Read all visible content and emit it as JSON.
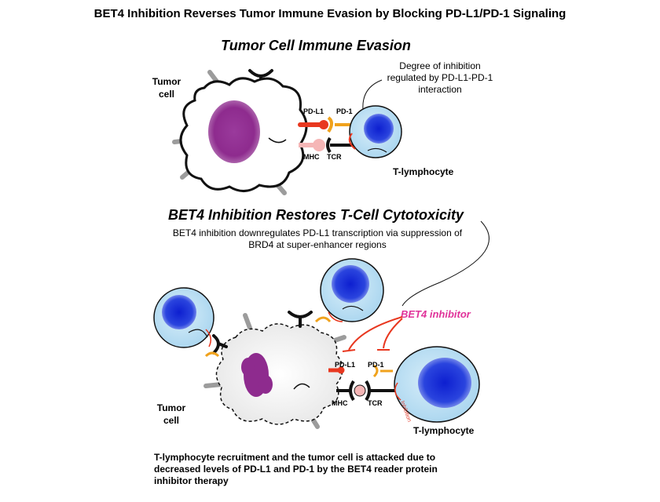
{
  "title": "BET4 Inhibition Reverses Tumor Immune Evasion by Blocking PD-L1/PD-1 Signaling",
  "top_panel": {
    "heading": "Tumor Cell Immune Evasion",
    "tumor_label": [
      "Tumor",
      "cell"
    ],
    "callout": [
      "Degree of inhibition",
      "regulated by PD-L1-PD-1",
      "interaction"
    ],
    "pdl1": "PD-L1",
    "pd1": "PD-1",
    "mhc": "MHC",
    "tcr": "TCR",
    "tcell_label": "T-lymphocyte"
  },
  "bottom_panel": {
    "heading": "BET4 Inhibition Restores T-Cell Cytotoxicity",
    "subtitle": [
      "BET4 inhibition downregulates PD-L1 transcription via suppression of",
      "BRD4 at super-enhancer regions"
    ],
    "inhibitor": "BET4 inhibitor",
    "pdl1": "PD-L1",
    "pd1": "PD-1",
    "mhc": "MHC",
    "tcr": "TCR",
    "inhibition": "Inhibition",
    "tumor_label": [
      "Tumor",
      "cell"
    ],
    "tcell_label": "T-lymphocyte"
  },
  "caption": [
    "T-lymphocyte recruitment and the tumor cell is attacked due to",
    "decreased levels of PD-L1 and PD-1 by the BET4 reader protein",
    "inhibitor therapy"
  ],
  "colors": {
    "tcell_body": "#bfe1f4",
    "tcell_nucleus": "#1a2fd6",
    "tumor_nucleus": "#8e2b8e",
    "pdl1": "#e8371f",
    "pd1": "#f0a21c",
    "mhc": "#f5b6b6",
    "inhibitor": "#e0329a"
  }
}
